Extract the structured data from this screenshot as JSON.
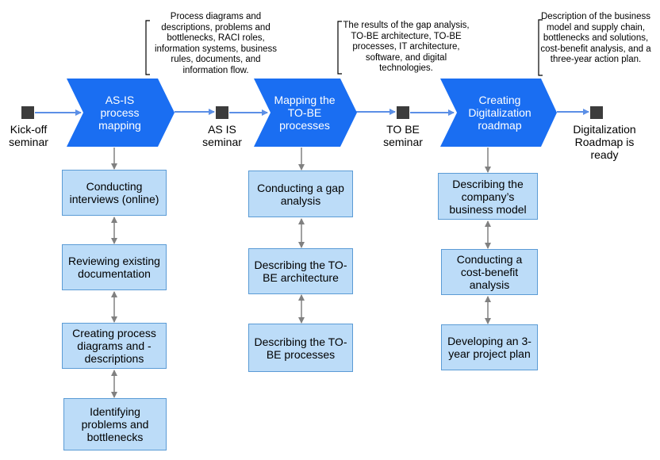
{
  "milestones": [
    {
      "label": "Kick-off seminar"
    },
    {
      "label": "AS IS seminar"
    },
    {
      "label": "TO BE seminar"
    },
    {
      "label": "Digitalization Roadmap is ready"
    }
  ],
  "phases": [
    {
      "title": "AS-IS process mapping",
      "annotation": "Process diagrams and descriptions, problems and bottlenecks, RACI roles, information systems, business rules, documents, and information flow.",
      "steps": [
        "Conducting interviews (online)",
        "Reviewing existing documentation",
        "Creating process diagrams and - descriptions",
        "Identifying problems and bottlenecks"
      ]
    },
    {
      "title": "Mapping the TO-BE processes",
      "annotation": "The results of the gap analysis, TO-BE architecture, TO-BE processes, IT architecture, software, and digital technologies.",
      "steps": [
        "Conducting a gap analysis",
        "Describing the TO-BE architecture",
        "Describing the TO-BE processes"
      ]
    },
    {
      "title": "Creating Digitalization roadmap",
      "annotation": "Description of the business model and supply chain, bottlenecks and solutions, cost-benefit analysis, and a three-year action plan.",
      "steps": [
        "Describing the company’s business model",
        "Conducting a cost-benefit analysis",
        "Developing an 3-year project plan"
      ]
    }
  ],
  "colors": {
    "chevron": "#1a6ef2",
    "step_fill": "#bcdcf8",
    "step_border": "#5b9bd5",
    "flow_arrow": "#5b8fe6",
    "connector": "#808080",
    "milestone": "#3c3c3c"
  }
}
